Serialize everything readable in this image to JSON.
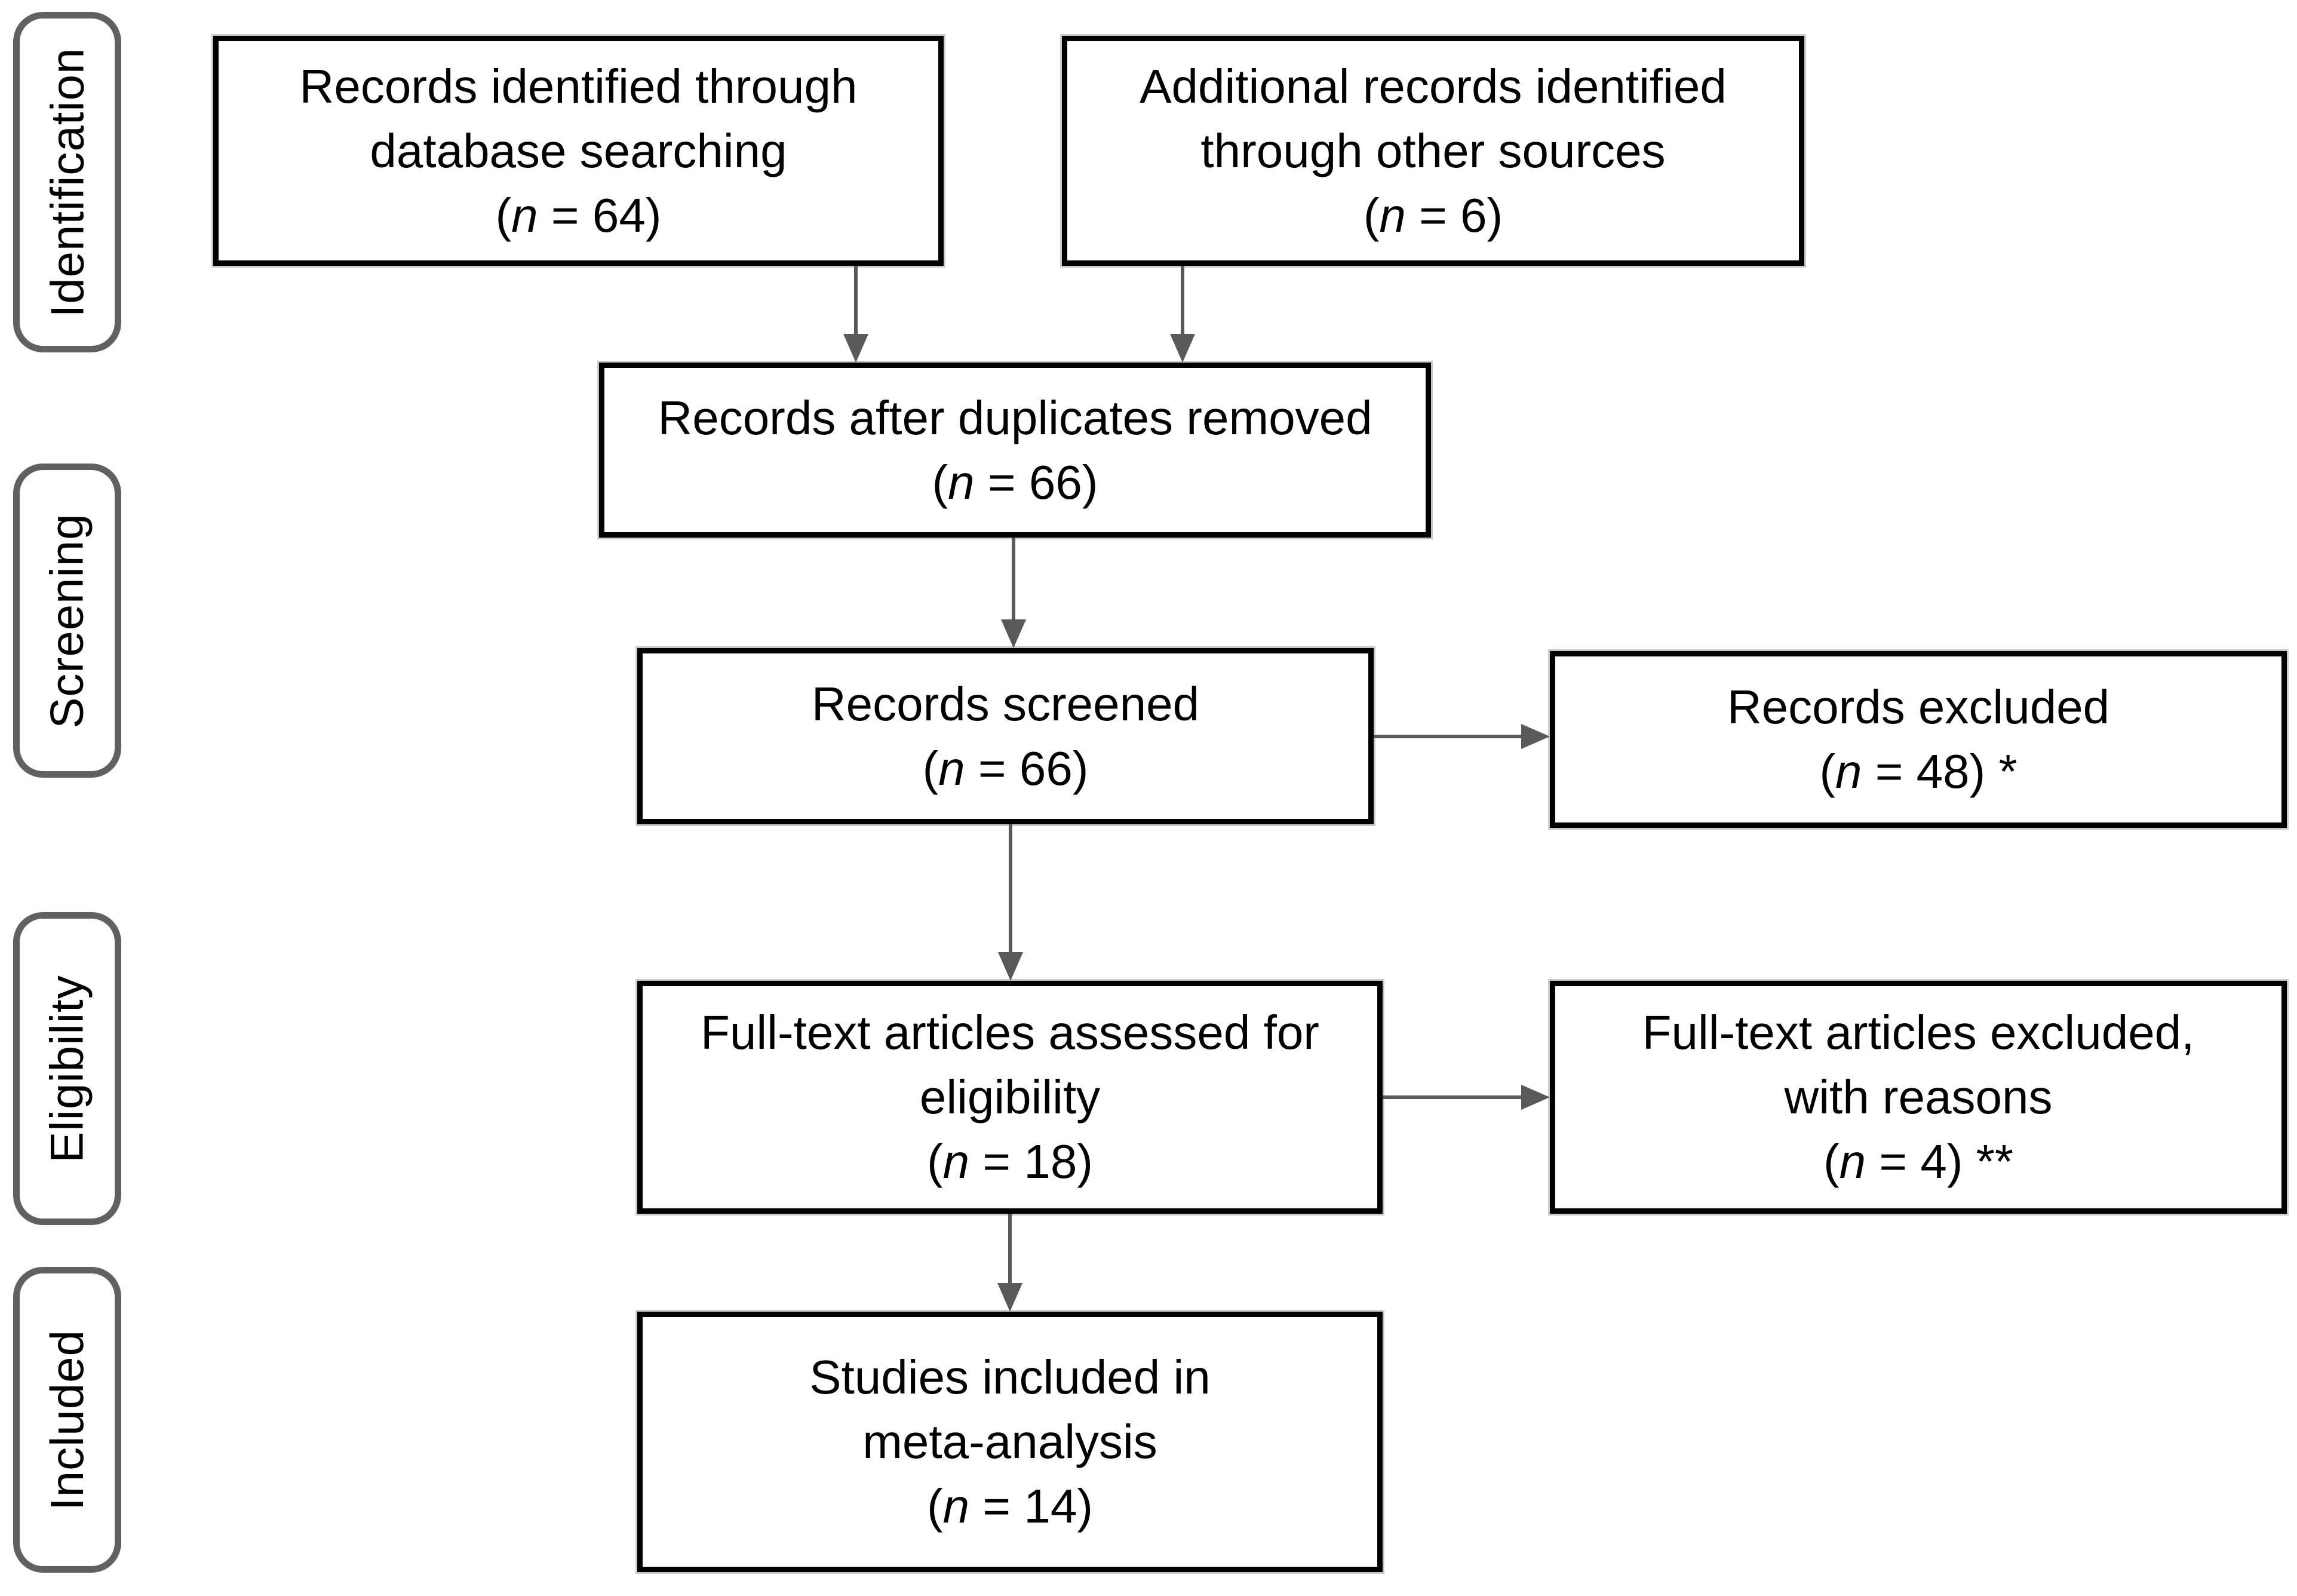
{
  "stages": [
    {
      "label": "Identification"
    },
    {
      "label": "Screening"
    },
    {
      "label": "Eligibility"
    },
    {
      "label": "Included"
    }
  ],
  "boxes": {
    "records_identified": {
      "lines": [
        "Records identified through",
        "database searching"
      ],
      "count": {
        "open": "(",
        "n": "n",
        "rest": " = 64)"
      }
    },
    "additional_records": {
      "lines": [
        "Additional records identified",
        "through other sources"
      ],
      "count": {
        "open": "(",
        "n": "n",
        "rest": " = 6)"
      }
    },
    "duplicates_removed": {
      "lines": [
        "Records after duplicates removed"
      ],
      "count": {
        "open": "(",
        "n": "n",
        "rest": " = 66)"
      }
    },
    "records_screened": {
      "lines": [
        "Records screened"
      ],
      "count": {
        "open": "(",
        "n": "n",
        "rest": " = 66)"
      }
    },
    "records_excluded": {
      "lines": [
        "Records excluded"
      ],
      "count": {
        "open": "(",
        "n": "n",
        "rest": " = 48) *"
      }
    },
    "fulltext_assessed": {
      "lines": [
        "Full-text articles assessed for",
        "eligibility"
      ],
      "count": {
        "open": "(",
        "n": "n",
        "rest": " = 18)"
      }
    },
    "fulltext_excluded": {
      "lines": [
        "Full-text articles excluded,",
        "with reasons"
      ],
      "count": {
        "open": "(",
        "n": "n",
        "rest": " = 4) **"
      }
    },
    "studies_included": {
      "lines": [
        "Studies included in",
        "meta-analysis"
      ],
      "count": {
        "open": "(",
        "n": "n",
        "rest": " = 14)"
      }
    }
  },
  "colors": {
    "box_border": "#000000",
    "stage_border": "#616161",
    "arrow": "#58595b",
    "text": "#000000",
    "background": "#ffffff"
  }
}
